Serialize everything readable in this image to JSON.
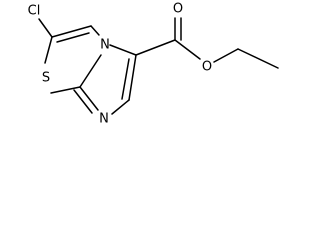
{
  "molecule": {
    "atoms": {
      "cl": "Cl",
      "s": "S",
      "n_bridge": "N",
      "n_ring": "N",
      "o_carbonyl": "O",
      "o_ester": "O"
    }
  }
}
